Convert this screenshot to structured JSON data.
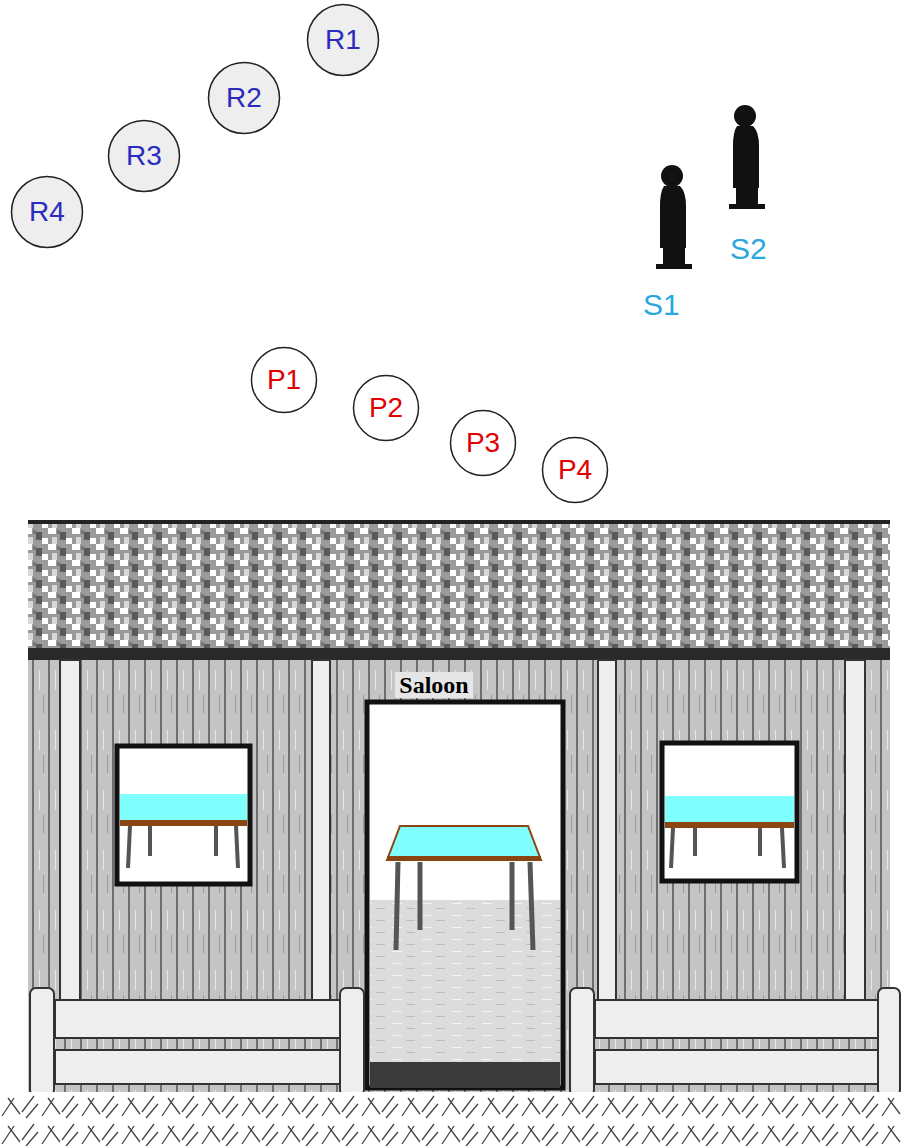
{
  "diagram": {
    "nodes": [
      {
        "text": [
          "R1"
        ]
      },
      {
        "text": [
          "R2"
        ]
      },
      {
        "text": [
          "R3"
        ]
      },
      {
        "text": [
          "R4"
        ]
      },
      {
        "text": [
          "P1"
        ]
      },
      {
        "text": [
          "P2"
        ]
      },
      {
        "text": [
          "P3"
        ]
      },
      {
        "text": [
          "P4"
        ]
      }
    ],
    "labels": [
      "S1",
      "S2",
      "Saloon"
    ]
  }
}
